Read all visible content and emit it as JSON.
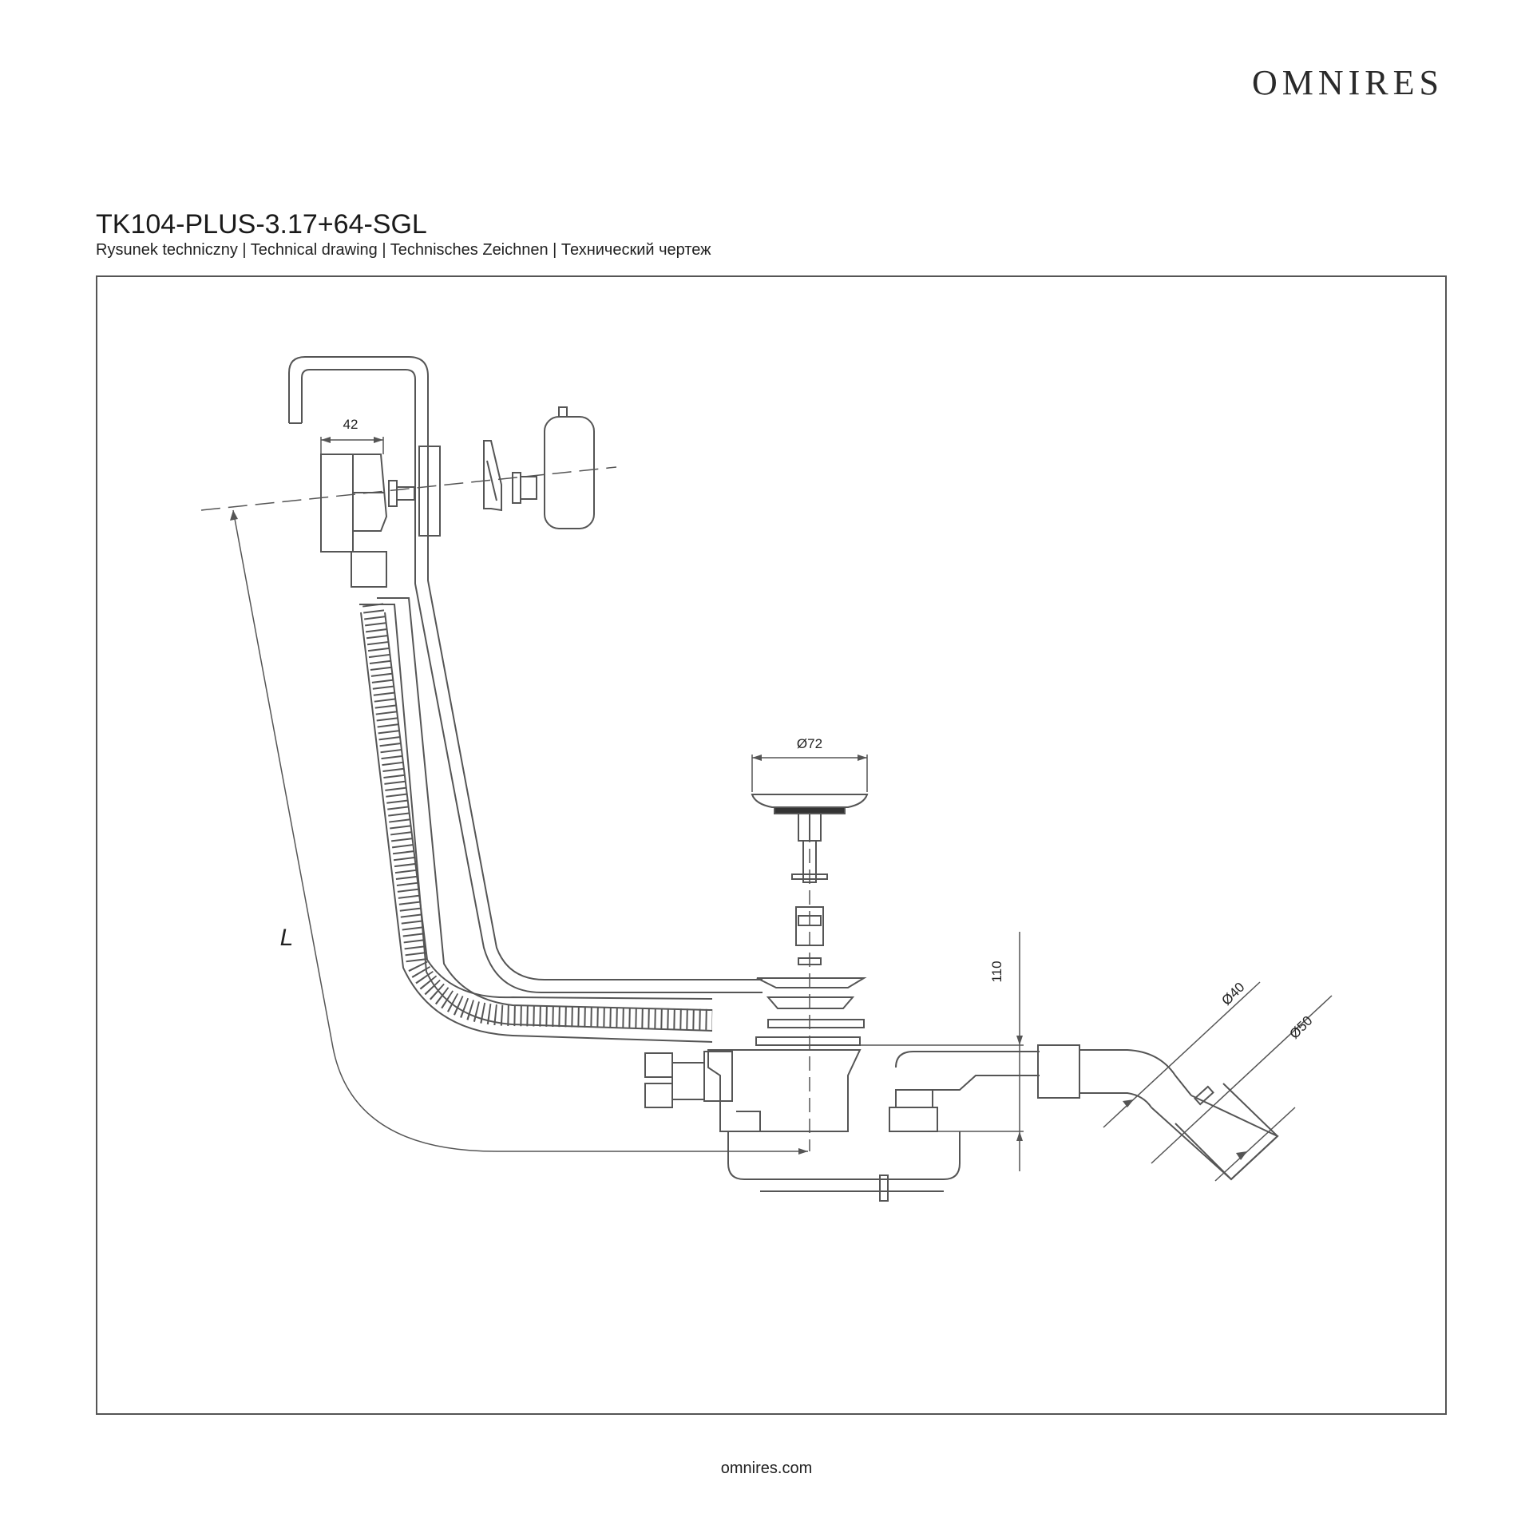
{
  "brand": "OMNIRES",
  "title": "TK104-PLUS-3.17+64-SGL",
  "subtitle": "Rysunek techniczny | Technical drawing | Technisches Zeichnen | Технический чертеж",
  "dimensions": {
    "d42": "42",
    "d72": "Ø72",
    "d110": "110",
    "d40": "Ø40",
    "d50": "Ø50",
    "length": "L"
  },
  "footer": "omnires.com",
  "colors": {
    "line": "#555555",
    "text": "#1f1f1f"
  }
}
